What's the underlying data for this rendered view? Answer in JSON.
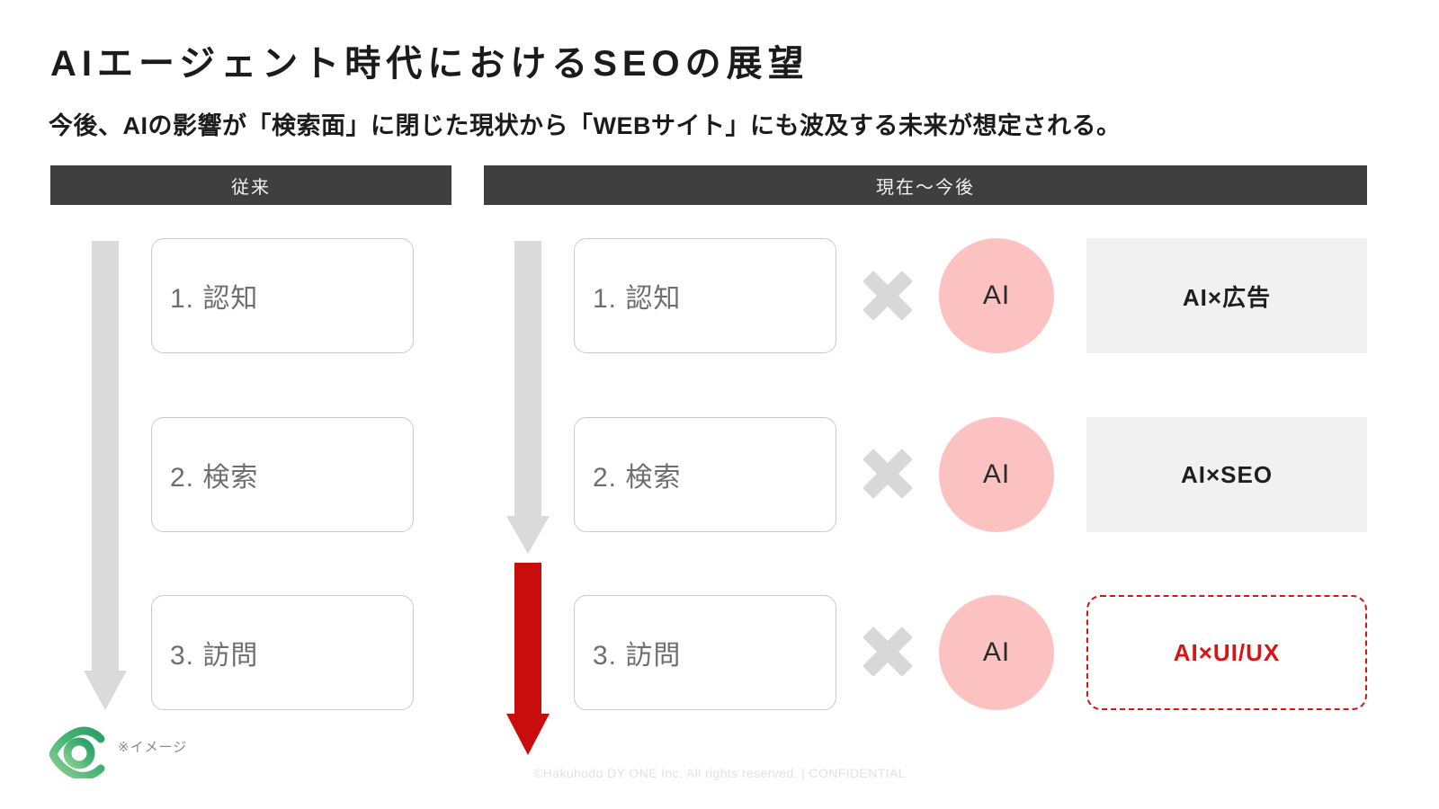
{
  "slide": {
    "title": "AIエージェント時代におけるSEOの展望",
    "subtitle": "今後、AIの影響が「検索面」に閉じた現状から「WEBサイト」にも波及する未来が想定される。"
  },
  "columns": {
    "left_header": "従来",
    "right_header": "現在〜今後"
  },
  "funnel_steps": [
    {
      "label": "1. 認知"
    },
    {
      "label": "2. 検索"
    },
    {
      "label": "3. 訪問"
    }
  ],
  "ai_nodes": [
    {
      "label": "AI"
    },
    {
      "label": "AI"
    },
    {
      "label": "AI"
    }
  ],
  "multiply_symbol": "×",
  "results": [
    {
      "label": "AI×広告",
      "style": "plain"
    },
    {
      "label": "AI×SEO",
      "style": "plain"
    },
    {
      "label": "AI×UI/UX",
      "style": "highlight"
    }
  ],
  "footnote": "※イメージ",
  "footer": "©Hakuhodo DY ONE Inc. All rights reserved. | CONFIDENTIAL",
  "colors": {
    "header_bar": "#3f3f3f",
    "arrow_grey": "#dadada",
    "arrow_red": "#c90d0d",
    "ai_circle": "#fcc2c2",
    "result_plain_bg": "#f1f1f1",
    "highlight_red": "#d81414",
    "cross_grey": "#d8d8d8",
    "logo_green": "#3fae6e"
  }
}
